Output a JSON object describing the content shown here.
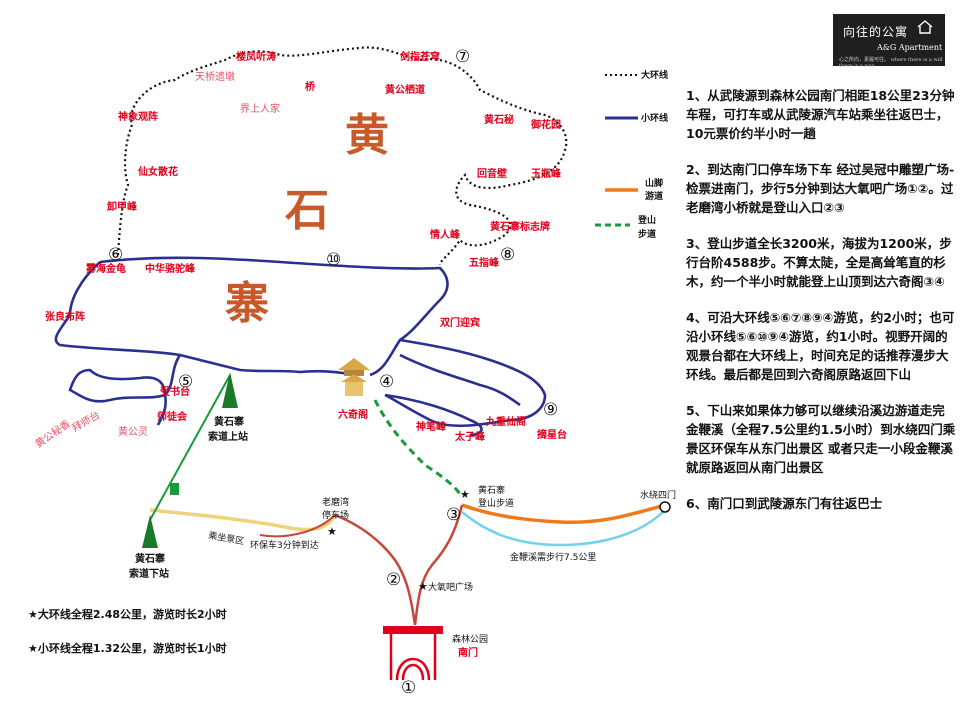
{
  "logo": {
    "title": "向往的公寓",
    "subtitle": "A&G Apartment",
    "tagline": "心之所向，素履可往。  where there is a will there is a way"
  },
  "legend": {
    "big_loop": "大环线",
    "small_loop": "小环线",
    "foot_trail_1": "山脚",
    "foot_trail_2": "游道",
    "climb_trail_1": "登山",
    "climb_trail_2": "步道"
  },
  "big_title": [
    "黄",
    "石",
    "寨"
  ],
  "numbers": [
    "①",
    "②",
    "③",
    "④",
    "⑤",
    "⑥",
    "⑦",
    "⑧",
    "⑨",
    "⑩"
  ],
  "map_labels": {
    "top": [
      "楼凤听涛",
      "剑指苍穹",
      "天桥遗墩",
      "桥",
      "界上人家",
      "黄公栖道",
      "神象观阵",
      "黄石秘",
      "御花园"
    ],
    "left": [
      "仙女散花",
      "卸甲峰",
      "雾海金龟",
      "中华骆驼峰",
      "张良布阵"
    ],
    "right": [
      "回音壁",
      "玉瓶峰",
      "黄石寨标志牌",
      "情人峰",
      "五指峰",
      "双门迎宾"
    ],
    "bottom": [
      "受书台",
      "师徒会",
      "黄公秘香",
      "拜师台",
      "黄公灵",
      "六奇阁",
      "摘星台",
      "神笔峰",
      "九重仙阁",
      "太子峰"
    ],
    "stations": [
      "黄石寨",
      "索道上站",
      "黄石寨",
      "索道下站",
      "老磨湾",
      "停车场",
      "黄石寨",
      "登山步道",
      "水绕四门",
      "大氧吧广场",
      "森林公园",
      "南门"
    ],
    "routes": [
      "乘坐景区",
      "环保车3分钟到达",
      "金鞭溪需步行7.5公里"
    ]
  },
  "stats": [
    "★大环线全程2.48公里，游览时长2小时",
    "★小环线全程1.32公里，游览时长1小时"
  ],
  "notes": [
    "1、从武陵源到森林公园南门相距18公里23分钟车程，可打车或从武陵源汽车站乘坐往返巴士，10元票价约半小时一趟",
    "2、到达南门口停车场下车 经过吴冠中雕塑广场-检票进南门，步行5分钟到达大氧吧广场①②。过老磨湾小桥就是登山入口②③",
    "3、登山步道全长3200米，海拔为1200米，步行台阶4588步。不算太陡，全是高耸笔直的杉木，约一个半小时就能登上山顶到达六奇阁③④",
    "4、可沿大环线⑤⑥⑦⑧⑨④游览，约2小时；也可沿小环线⑤⑥⑩⑨④游览，约1小时。视野开阔的观景台都在大环线上，时间充足的话推荐漫步大环线。最后都是回到六奇阁原路返回下山",
    "5、下山来如果体力够可以继续沿溪边游道走完金鞭溪（全程7.5公里约1.5小时）到水绕四门乘景区环保车从东门出景区 或者只走一小段金鞭溪就原路返回从南门出景区",
    "6、南门口到武陵源东门有往返巴士"
  ],
  "colors": {
    "big_loop": "#111111",
    "small_loop": "#2b2f8f",
    "foot_trail": "#f07a1a",
    "climb_trail": "#1a9a3a",
    "cable": "#1a9a3a",
    "labels": "#e0001b",
    "title_chars": "#c85a2a"
  }
}
